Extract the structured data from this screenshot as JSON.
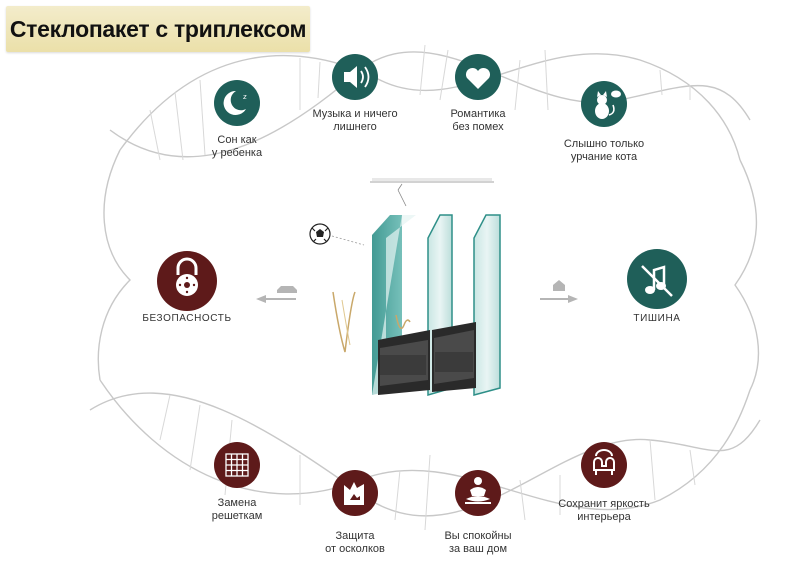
{
  "title": "Стеклопакет с триплексом",
  "colors": {
    "teal": "#1f5f59",
    "maroon": "#5e1a1a",
    "badge": "#ebe0a9",
    "dna": "#c9c9c9"
  },
  "top_features": [
    {
      "icon": "moon-icon",
      "lines": [
        "Сон как",
        "у ребенка"
      ]
    },
    {
      "icon": "speaker-icon",
      "lines": [
        "Музыка и ничего",
        "лишнего"
      ]
    },
    {
      "icon": "heart-icon",
      "lines": [
        "Романтика",
        "без помех"
      ]
    },
    {
      "icon": "cat-icon",
      "lines": [
        "Слышно только",
        "урчание кота"
      ]
    }
  ],
  "side_features": {
    "left": {
      "icon": "padlock-icon",
      "label": "БЕЗОПАСНОСТЬ"
    },
    "right": {
      "icon": "muted-note-icon",
      "label": "ТИШИНА"
    }
  },
  "bottom_features": [
    {
      "icon": "grille-icon",
      "lines": [
        "Замена",
        "решеткам"
      ]
    },
    {
      "icon": "shards-icon",
      "lines": [
        "Защита",
        "от осколков"
      ]
    },
    {
      "icon": "meditation-icon",
      "lines": [
        "Вы спокойны",
        "за ваш дом"
      ]
    },
    {
      "icon": "armchair-icon",
      "lines": [
        "Сохранит яркость",
        "интерьера"
      ]
    }
  ]
}
